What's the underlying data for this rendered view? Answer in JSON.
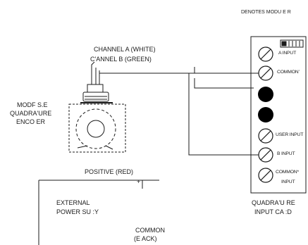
{
  "note": "DENOTES MODU E R",
  "encoder": {
    "label_lines": [
      "MODF S.E",
      "QUADRA'URE",
      "ENCO ER"
    ]
  },
  "wires": {
    "channel_a": "CHANNEL A (WHITE)",
    "channel_b": "C'ANNEL B (GREEN)",
    "positive": "POSITIVE (RED)",
    "positive_sign": "+",
    "common_lines": [
      "COMMON",
      "(E ACK)"
    ]
  },
  "power_supply": {
    "label_lines": [
      "EXTERNAL",
      "POWER SU :Y"
    ]
  },
  "card": {
    "caption_lines": [
      "QUADRA'U RE",
      "INPUT CA :D"
    ],
    "terminals": [
      {
        "label": "A INPUT"
      },
      {
        "label": "COMMON’"
      },
      {
        "label": ""
      },
      {
        "label": ""
      },
      {
        "label": "USER INPUT"
      },
      {
        "label": "B INPUT"
      },
      {
        "label": "COMMON*",
        "sublabel": "INPUT"
      }
    ]
  },
  "colors": {
    "line": "#1b1b1b",
    "terminal_fill": "#ffffff",
    "led_fill": "#000000"
  }
}
